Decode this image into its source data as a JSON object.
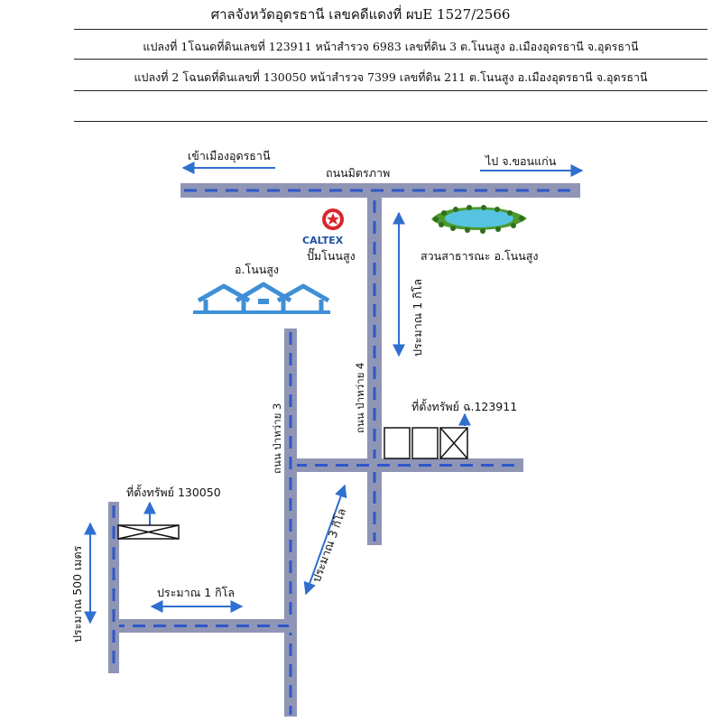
{
  "header": {
    "title": "ศาลจังหวัดอุดรธานี เลขคดีแดงที่ ผบE 1527/2566",
    "parcel_1": "แปลงที่ 1โฉนดที่ดินเลขที่  123911  หน้าสำรวจ 6983 เลขที่ดิน 3  ต.โนนสูง  อ.เมืองอุดรธานี จ.อุดรธานี",
    "parcel_2": "แปลงที่ 2 โฉนดที่ดินเลขที่ 130050  หน้าสำรวจ 7399 เลขที่ดิน 211  ต.โนนสูง  อ.เมืองอุดรธานี  จ.อุดรธานี"
  },
  "map": {
    "road_main": "ถนนมิตรภาพ",
    "to_udon": "เข้าเมืองอุดรธานี",
    "to_khonkaen": "ไป จ.ขอนแก่น",
    "caltex_logo": "CALTEX",
    "gas_station": "ปั๊มโนนสูง",
    "park": "สวนสาธารณะ อ.โนนสูง",
    "district_office": "อ.โนนสูง",
    "road_4": "ถนน ป่าหว่าย 4",
    "road_3": "ถนน ป่าหว่าย 3",
    "distance_1km_vertical": "ประมาณ 1 กิโล",
    "distance_3km": "ประมาณ 3 กิโล",
    "distance_1km_horizontal": "ประมาณ 1 กิโล",
    "distance_500m": "ประมาณ 500 เมตร",
    "property_1": "ที่ตั้งทรัพย์ ฉ.123911",
    "property_2": "ที่ตั้งทรัพย์ 130050"
  },
  "colors": {
    "road": "#8f95b5",
    "dash": "#2f57c9",
    "arrow": "#2f6fd0",
    "house": "#3f8fd6",
    "park_green": "#4e9a2e",
    "water": "#56c4e0",
    "caltex_red": "#d8262c"
  },
  "icons": {
    "caltex": "caltex-star-logo",
    "house": "house-roofs-icon",
    "park": "pond-park-icon",
    "property_plot": "land-plot-box"
  }
}
